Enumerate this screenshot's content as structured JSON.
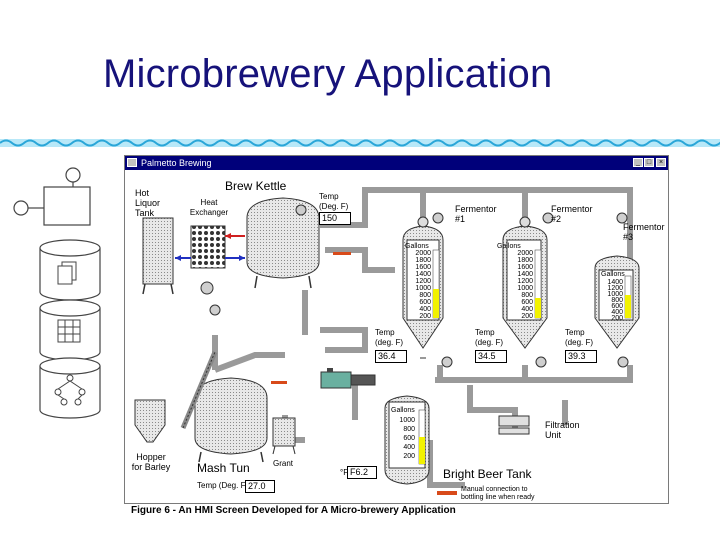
{
  "slide": {
    "title": "Microbrewery Application",
    "caption": "Figure 6 - An HMI Screen Developed for A Micro-brewery Application"
  },
  "window": {
    "title": "Palmetto Brewing",
    "buttons": [
      "_",
      "□",
      "×"
    ]
  },
  "left_icons": [
    "process-block-icon",
    "document-store-icon",
    "table-store-icon",
    "network-store-icon"
  ],
  "hmi": {
    "hot_liquor_tank": "Hot Liquor Tank",
    "heat_exchanger": "Heat Exchanger",
    "brew_kettle": "Brew Kettle",
    "kettle_temp_label": "Temp (Deg. F)",
    "kettle_temp_value": "150",
    "fermenter1": "Fermentor #1",
    "fermenter2": "Fermentor #2",
    "fermenter3": "Fermentor #3",
    "gallons": "Gallons",
    "scale_f1": [
      "2000",
      "1800",
      "1600",
      "1400",
      "1200",
      "1000",
      "800",
      "600",
      "400",
      "200"
    ],
    "scale_f2": [
      "2000",
      "1800",
      "1600",
      "1400",
      "1200",
      "1000",
      "800",
      "600",
      "400",
      "200"
    ],
    "scale_f3": [
      "1400",
      "1200",
      "1000",
      "800",
      "600",
      "400",
      "200"
    ],
    "fill_f1": 0.42,
    "fill_f2": 0.3,
    "fill_f3": 0.55,
    "fill_bright": 0.5,
    "temp_label": "Temp (deg. F)",
    "temp_f1": "36.4",
    "temp_f2": "34.5",
    "temp_f3": "39.3",
    "mash_tun": "Mash Tun",
    "mash_temp_label": "Temp (Deg. F)",
    "mash_temp_value": "27.0",
    "grant": "Grant",
    "hopper": "Hopper for Barley",
    "filtration": "Filtration Unit",
    "bright_beer": "Bright Beer Tank",
    "bright_scale": [
      "1000",
      "800",
      "600",
      "400",
      "200"
    ],
    "bright_temp_label": "°F",
    "bright_temp_value": "F6.2",
    "manual_note": "Manual connection to bottling line when ready"
  }
}
